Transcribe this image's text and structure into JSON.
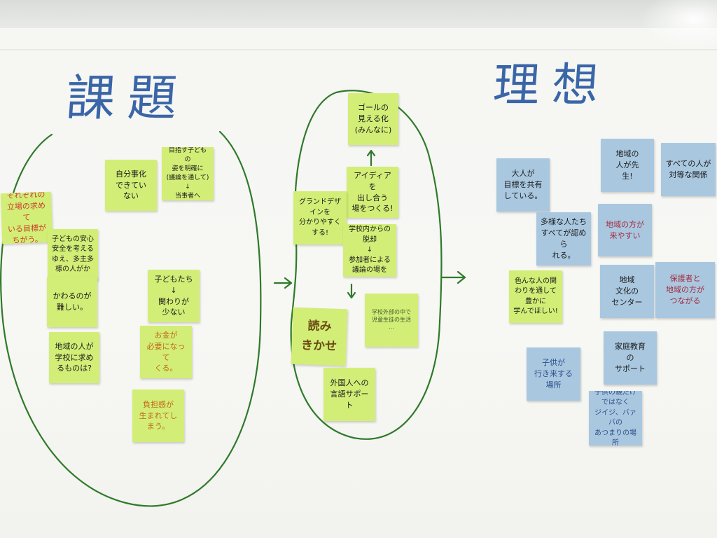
{
  "headings": {
    "left": "課題",
    "right": "理想"
  },
  "colors": {
    "note_green": "#d3ee77",
    "note_blue": "#a9c8e0",
    "marker_green": "#2f7a2a",
    "heading_blue": "#3a66a8"
  },
  "issue_notes": [
    "それぞれの\n立場の求めて\nいる目標が\nちがう。",
    "自分事化\nできてい\nない",
    "目指す子どもの\n姿を明確に\n(議論を通して)\n↓\n当事者へ",
    "子どもの安心\n安全を考える\nゆえ、多主多\n様の人がか",
    "かわるのが\n難しい。",
    "子どもたち\n↓\n関わりが\n少ない",
    "地域の人が\n学校に求め\nるものは?",
    "お金が\n必要になって\nくる。",
    "負担感が\n生まれてしまう。"
  ],
  "middle_notes": [
    "ゴールの\n見える化\n(みんなに)",
    "アイディアを\n出し合う\n場をつくる!",
    "グランドデザインを\n分かりやすく\nする!",
    "学校内からの\n脱却\n↓\n参加者による\n議論の場を",
    "読み\nきかせ",
    "外国人への\n言語サポート",
    "学校外部の中で\n児童生徒の生活\n…"
  ],
  "ideal_notes": [
    "大人が\n目標を共有\nしている。",
    "地域の\n人が先\n生!",
    "すべての人が\n対等な関係",
    "多様な人たち\nすべてが認めら\nれる。",
    "地域の方が\n来やすい",
    "色んな人の関わりを通して\n豊かに\n学んでほしい!",
    "地域\n文化の\nセンター",
    "保護者と\n地域の方が\nつながる",
    "家庭教育\nの\nサポート",
    "子供が\n行き来する場所",
    "子供の親だけ\nではなく\nジイジ、バァバの\nあつまりの場所"
  ]
}
